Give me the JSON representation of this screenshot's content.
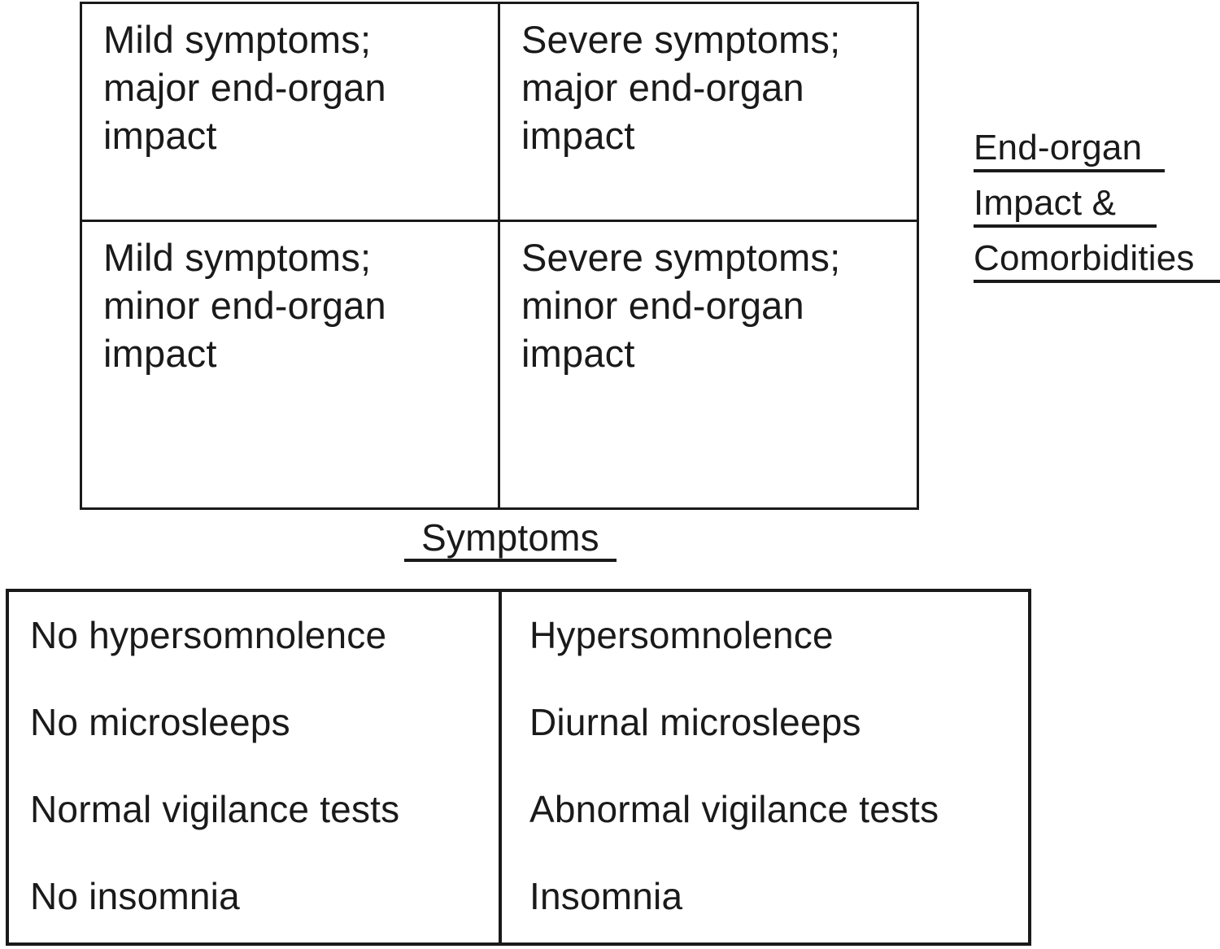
{
  "figure": {
    "background_color": "#ffffff",
    "line_color": "#1a1a1a",
    "text_color": "#1a1a1a",
    "description": "2x2 severity matrix with axes Symptoms vs End-organ Impact & Comorbidities, plus symptom-definition box"
  },
  "matrix": {
    "cells": [
      {
        "id": "mild-major",
        "text": "Mild symptoms;\nmajor end-organ\nimpact"
      },
      {
        "id": "severe-major",
        "text": "Severe symptoms;\nmajor end-organ\nimpact"
      },
      {
        "id": "mild-minor",
        "text": "Mild symptoms;\nminor end-organ\nimpact"
      },
      {
        "id": "severe-minor",
        "text": "Severe symptoms;\nminor end-organ\nimpact"
      }
    ]
  },
  "axes": {
    "y": {
      "lines": [
        "End-organ",
        "Impact &",
        "Comorbidities"
      ]
    },
    "x": {
      "label": "Symptoms"
    }
  },
  "symptoms_box": {
    "left": [
      "No hypersomnolence",
      "No microsleeps",
      "Normal vigilance tests",
      "No insomnia"
    ],
    "right": [
      "Hypersomnolence",
      "Diurnal microsleeps",
      "Abnormal vigilance tests",
      "Insomnia"
    ]
  }
}
